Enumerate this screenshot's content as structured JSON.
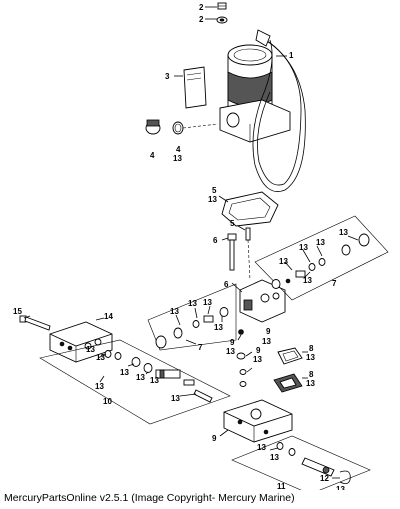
{
  "footer": {
    "credit": "MercuryPartsOnline v2.5.1 (Image Copyright- Mercury Marine)"
  },
  "callouts": {
    "c1": "1",
    "c2a": "2",
    "c2b": "2",
    "c3": "3",
    "c4a": "4",
    "c4b": "4",
    "c13_4": "13",
    "c5a": "5",
    "c13_5": "13",
    "c5b": "5",
    "c6a": "6",
    "c6b": "6",
    "c13_r1": "13",
    "c13_r2": "13",
    "c13_r3": "13",
    "c13_r4": "13",
    "c13_r5": "13",
    "c7a": "7",
    "c13_m1": "13",
    "c13_m2": "13",
    "c13_m3": "13",
    "c13_m4": "13",
    "c7b": "7",
    "c9a": "9",
    "c13_9a": "13",
    "c9b": "9",
    "c13_9b": "13",
    "c9c": "9",
    "c13_9c": "13",
    "c8a": "8",
    "c13_8a": "13",
    "c8b": "8",
    "c13_8b": "13",
    "c15": "15",
    "c14": "14",
    "c13_l1": "13",
    "c13_l2": "13",
    "c13_l3": "13",
    "c13_l4": "13",
    "c13_l5": "13",
    "c13_l6": "13",
    "c13_l7": "13",
    "c10": "10",
    "c9d": "9",
    "c13_b1": "13",
    "c13_b2": "13",
    "c11": "11",
    "c12": "12",
    "c13_b3": "13"
  },
  "colors": {
    "ink": "#000000",
    "paper": "#ffffff",
    "shade": "#555555"
  }
}
